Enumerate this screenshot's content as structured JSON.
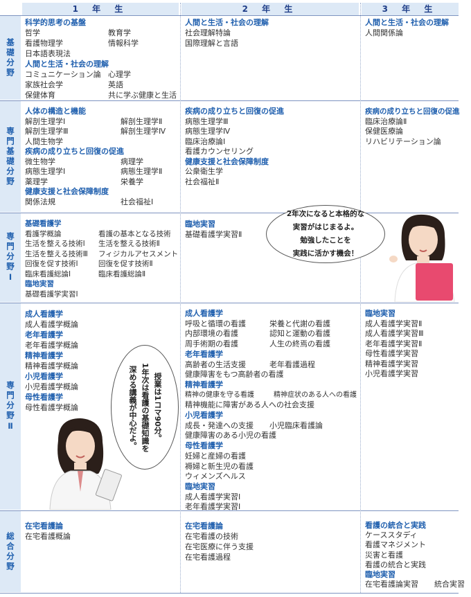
{
  "headers": {
    "year1": "1 年 生",
    "year2": "2 年 生",
    "year3": "3 年 生"
  },
  "sections": {
    "kiso": "基礎分野",
    "senmon_kiso": "専門基礎分野",
    "senmon1": "専門分野Ⅰ",
    "senmon2": "専門分野Ⅱ",
    "sogo": "総合分野"
  },
  "kiso": {
    "y1": {
      "h1": "科学的思考の基盤",
      "r1": [
        "哲学",
        "教育学"
      ],
      "r2": [
        "看護物理学",
        "情報科学"
      ],
      "r3": "日本語表現法",
      "h2": "人間と生活・社会の理解",
      "r4": [
        "コミュニケーション論",
        "心理学"
      ],
      "r5": [
        "家族社会学",
        "英語"
      ],
      "r6": [
        "保健体育",
        "共に学ぶ健康と生活"
      ]
    },
    "y2": {
      "h1": "人間と生活・社会の理解",
      "r1": "社会理解特論",
      "r2": "国際理解と言語"
    },
    "y3": {
      "h1": "人間と生活・社会の理解",
      "r1": "人間関係論"
    }
  },
  "senmon_kiso": {
    "y1": {
      "h1": "人体の構造と機能",
      "r1": [
        "解剖生理学Ⅰ",
        "解剖生理学Ⅱ"
      ],
      "r2": [
        "解剖生理学Ⅲ",
        "解剖生理学Ⅳ"
      ],
      "r3": "人間生物学",
      "h2": "疾病の成り立ちと回復の促進",
      "r4": [
        "微生物学",
        "病理学"
      ],
      "r5": [
        "病態生理学Ⅰ",
        "病態生理学Ⅱ"
      ],
      "r6": [
        "薬理学",
        "栄養学"
      ],
      "h3": "健康支援と社会保障制度",
      "r7": [
        "関係法規",
        "社会福祉Ⅰ"
      ]
    },
    "y2": {
      "h1": "疾病の成り立ちと回復の促進",
      "r1": "病態生理学Ⅲ",
      "r2": "病態生理学Ⅳ",
      "r3": "臨床治療論Ⅰ",
      "r4": "看護カウンセリング",
      "h2": "健康支援と社会保障制度",
      "r5": "公衆衛生学",
      "r6": "社会福祉Ⅱ"
    },
    "y3": {
      "h1": "疾病の成り立ちと回復の促進",
      "r1": "臨床治療論Ⅱ",
      "r2": "保健医療論",
      "r3": "リハビリテーション論"
    }
  },
  "senmon1": {
    "y1": {
      "h1": "基礎看護学",
      "r1": [
        "看護学概論",
        "看護の基本となる技術"
      ],
      "r2": [
        "生活を整える技術Ⅰ",
        "生活を整える技術Ⅱ"
      ],
      "r3": [
        "生活を整える技術Ⅲ",
        "フィジカルアセスメント"
      ],
      "r4": [
        "回復を促す技術Ⅰ",
        "回復を促す技術Ⅱ"
      ],
      "r5": [
        "臨床看護総論Ⅰ",
        "臨床看護総論Ⅱ"
      ],
      "h2": "臨地実習",
      "r6": "基礎看護学実習Ⅰ"
    },
    "y2": {
      "h1": "臨地実習",
      "r1": "基礎看護学実習Ⅱ"
    },
    "bubble": [
      "2年次になると本格的な",
      "実習がはじまるよ。",
      "勉強したことを",
      "実践に活かす機会！"
    ]
  },
  "senmon2": {
    "y1": {
      "h1": "成人看護学",
      "r1": "成人看護学概論",
      "h2": "老年看護学",
      "r2": "老年看護学概論",
      "h3": "精神看護学",
      "r3": "精神看護学概論",
      "h4": "小児看護学",
      "r4": "小児看護学概論",
      "h5": "母性看護学",
      "r5": "母性看護学概論"
    },
    "bubble": [
      "授業は1コマ90分。",
      "1年次は看護の基礎知識を",
      "深める講義が中心だよ。"
    ],
    "y2": {
      "h1": "成人看護学",
      "r1": [
        "呼吸と循環の看護",
        "栄養と代謝の看護"
      ],
      "r2": [
        "内部環境の看護",
        "認知と運動の看護"
      ],
      "r3": [
        "周手術期の看護",
        "人生の終焉の看護"
      ],
      "h2": "老年看護学",
      "r4": [
        "高齢者の生活支援",
        "老年看護過程"
      ],
      "r5": "健康障害をもつ高齢者の看護",
      "h3": "精神看護学",
      "r6": [
        "精神の健康を守る看護",
        "精神症状のある人への看護"
      ],
      "r7": "精神機能に障害がある人への社会支援",
      "h4": "小児看護学",
      "r8": [
        "成長・発達への支援",
        "小児臨床看護論"
      ],
      "r9": "健康障害のある小児の看護",
      "h5": "母性看護学",
      "r10": "妊婦と産婦の看護",
      "r11": "褥婦と新生児の看護",
      "r12": "ウィメンズヘルス",
      "h6": "臨地実習",
      "r13": "成人看護学実習Ⅰ",
      "r14": "老年看護学実習Ⅰ"
    },
    "y3": {
      "h1": "臨地実習",
      "r1": "成人看護学実習Ⅱ",
      "r2": "成人看護学実習Ⅲ",
      "r3": "老年看護学実習Ⅱ",
      "r4": "母性看護学実習",
      "r5": "精神看護学実習",
      "r6": "小児看護学実習"
    }
  },
  "sogo": {
    "y1": {
      "h1": "在宅看護論",
      "r1": "在宅看護概論"
    },
    "y2": {
      "h1": "在宅看護論",
      "r1": "在宅看護の技術",
      "r2": "在宅医療に伴う支援",
      "r3": "在宅看護過程"
    },
    "y3": {
      "h1": "看護の統合と実践",
      "r1": "ケーススタディ",
      "r2": "看護マネジメント",
      "r3": "災害と看護",
      "r4": "看護の統合と実践",
      "h2": "臨地実習",
      "r5": [
        "在宅看護論実習",
        "統合実習"
      ]
    }
  },
  "colors": {
    "accent": "#1f5fae",
    "header_bg": "#dde9f6",
    "text": "#333333"
  }
}
